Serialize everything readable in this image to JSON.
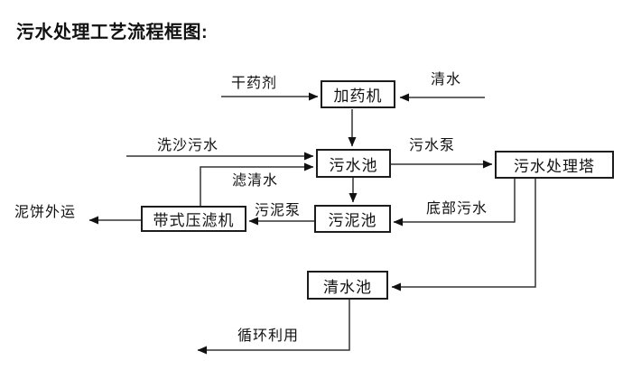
{
  "title": "污水处理工艺流程框图:",
  "nodes": {
    "dosing_machine": "加药机",
    "sewage_pool": "污水池",
    "treatment_tower": "污水处理塔",
    "sludge_pool": "污泥池",
    "belt_filter_press": "带式压滤机",
    "clean_water_pool": "清水池"
  },
  "flow_labels": {
    "dry_agent": "干药剂",
    "clean_water": "清水",
    "sand_washing_sewage": "洗沙污水",
    "sewage_pump": "污水泵",
    "filtered_water": "滤清水",
    "sludge_pump": "污泥泵",
    "bottom_sewage": "底部污水",
    "mud_cake_outbound": "泥饼外运",
    "recycle_use": "循环利用"
  },
  "colors": {
    "background": "#ffffff",
    "line": "#333333",
    "box_border": "#1c1c1c",
    "text": "#111111"
  }
}
